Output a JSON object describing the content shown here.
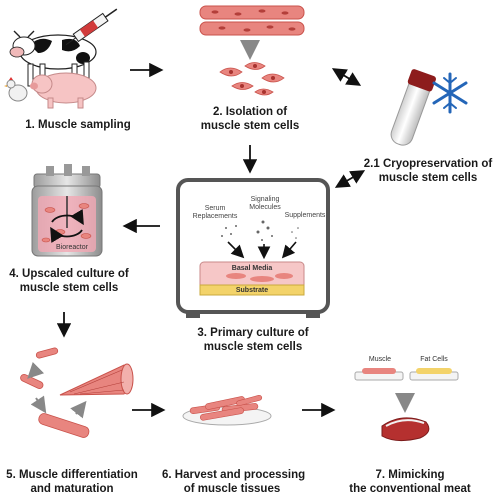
{
  "steps": {
    "s1": "1. Muscle sampling",
    "s2_l1": "2. Isolation of",
    "s2_l2": "muscle stem cells",
    "s21_l1": "2.1 Cryopreservation of",
    "s21_l2": "muscle stem cells",
    "s3_l1": "3. Primary culture of",
    "s3_l2": "muscle stem cells",
    "s4_l1": "4. Upscaled culture of",
    "s4_l2": "muscle stem cells",
    "s5_l1": "5. Muscle differentiation",
    "s5_l2": "and maturation",
    "s6_l1": "6. Harvest and processing",
    "s6_l2": "of muscle tissues",
    "s7_l1": "7. Mimicking",
    "s7_l2": "the conventional meat"
  },
  "culture": {
    "serum_l1": "Serum",
    "serum_l2": "Replacements",
    "signal_l1": "Signaling",
    "signal_l2": "Molecules",
    "supplements": "Supplements",
    "basal": "Basal Media",
    "substrate": "Substrate"
  },
  "bioreactor_label": "Bioreactor",
  "mimic": {
    "muscle": "Muscle",
    "fat": "Fat Cells"
  },
  "colors": {
    "muscle": "#e8857f",
    "muscle_dark": "#c9524b",
    "arrow": "#111111",
    "substrate": "#f3d36a"
  }
}
